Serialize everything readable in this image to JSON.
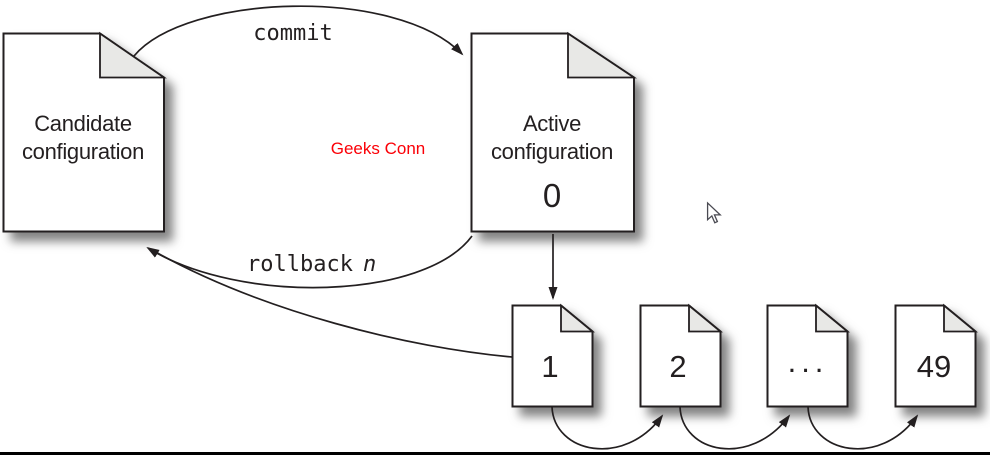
{
  "diagram": {
    "candidate_doc": {
      "line1": "Candidate",
      "line2": "configuration"
    },
    "active_doc": {
      "line1": "Active",
      "line2": "configuration",
      "number": "0"
    },
    "history_docs": [
      {
        "label": "1"
      },
      {
        "label": "2"
      },
      {
        "label": "..."
      },
      {
        "label": "49"
      }
    ],
    "arrows": {
      "commit_label": "commit",
      "rollback_label": "rollback",
      "rollback_variable": "n"
    },
    "watermark": {
      "text": "Geeks Conn",
      "color": "#fb0007"
    }
  },
  "colors": {
    "paper": "#ffffff",
    "fold": "#e8e8e6",
    "stroke": "#231f20",
    "baseline_rule": "#000000",
    "watermark_red": "#fb0007"
  }
}
